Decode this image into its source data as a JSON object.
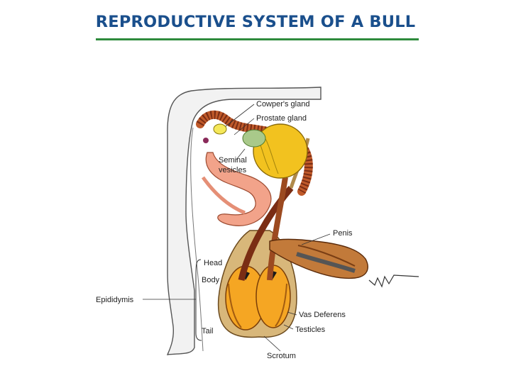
{
  "title": "REPRODUCTIVE SYSTEM OF A BULL",
  "labels": {
    "cowpers_gland": "Cowper's gland",
    "prostate_gland": "Prostate gland",
    "seminal_vesicles_1": "Seminal",
    "seminal_vesicles_2": "vesicles",
    "penis": "Penis",
    "head": "Head",
    "body": "Body",
    "epididymis": "Epididymis",
    "vas_deferens": "Vas Deferens",
    "testicles": "Testicles",
    "tail": "Tail",
    "scrotum": "Scrotum"
  },
  "colors": {
    "title": "#1a4f8c",
    "rule": "#2e8b3d",
    "bladder": "#f2c21f",
    "seminal": "#f2a38a",
    "muscle": "#8b3a1e",
    "testis": "#f5a623",
    "scrotum": "#d8b77a"
  }
}
